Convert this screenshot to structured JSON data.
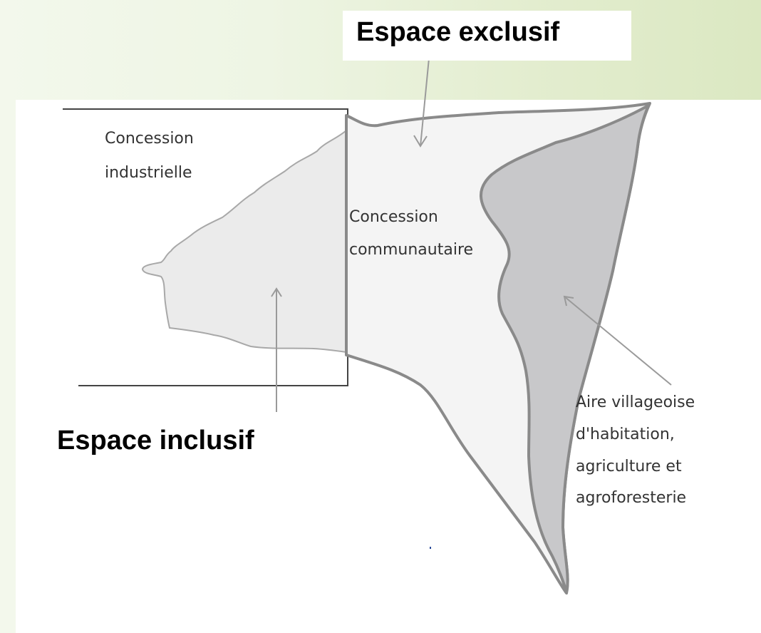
{
  "diagram": {
    "labels": {
      "espace_exclusif": "Espace exclusif",
      "espace_inclusif": "Espace inclusif",
      "concession_industrielle_line1": "Concession",
      "concession_industrielle_line2": "industrielle",
      "concession_communautaire_line1": "Concession",
      "concession_communautaire_line2": "communautaire",
      "aire_line1": "Aire villageoise",
      "aire_line2": "d'habitation,",
      "aire_line3": "agriculture et",
      "aire_line4": "agroforesterie"
    },
    "colors": {
      "background_green": "#e3edcf",
      "panel_white": "#ffffff",
      "inclusive_zone": "#ebebeb",
      "community_zone": "#f4f4f4",
      "village_zone": "#c8c8ca",
      "outline": "#8a8a8a",
      "arrow": "#9a9a9a",
      "industrial_border": "#444444"
    }
  }
}
